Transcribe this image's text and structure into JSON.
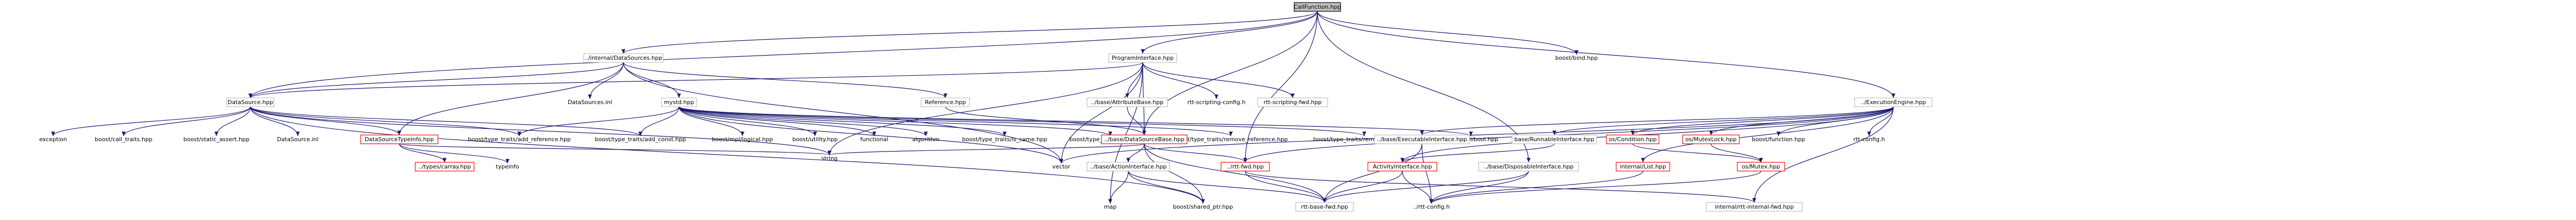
{
  "colors": {
    "edge": "#191970",
    "edge_gray": "#7f7f7f",
    "box_border": "#bfbfbf",
    "red_border": "#ff0000",
    "root_fill": "#bfbfbf"
  },
  "nodes": [
    {
      "id": "callfunction",
      "label": "CallFunction.hpp",
      "style": "root"
    },
    {
      "id": "internal_datasources",
      "label": "../internal/DataSources.hpp",
      "style": "box"
    },
    {
      "id": "programinterface",
      "label": "ProgramInterface.hpp",
      "style": "box"
    },
    {
      "id": "boost_bind",
      "label": "boost/bind.hpp",
      "style": "plain"
    },
    {
      "id": "datasource",
      "label": "DataSource.hpp",
      "style": "box"
    },
    {
      "id": "datasources_inl",
      "label": "DataSources.inl",
      "style": "plain"
    },
    {
      "id": "mystd",
      "label": "mystd.hpp",
      "style": "box"
    },
    {
      "id": "reference",
      "label": "Reference.hpp",
      "style": "box"
    },
    {
      "id": "attributebase",
      "label": "../base/AttributeBase.hpp",
      "style": "box"
    },
    {
      "id": "rtt_scripting_config",
      "label": "rtt-scripting-config.h",
      "style": "plain"
    },
    {
      "id": "rtt_scripting_fwd",
      "label": "rtt-scripting-fwd.hpp",
      "style": "box"
    },
    {
      "id": "executionengine",
      "label": "../ExecutionEngine.hpp",
      "style": "box"
    },
    {
      "id": "exception",
      "label": "exception",
      "style": "plain"
    },
    {
      "id": "boost_call_traits",
      "label": "boost/call_traits.hpp",
      "style": "plain"
    },
    {
      "id": "boost_static_assert",
      "label": "boost/static_assert.hpp",
      "style": "plain"
    },
    {
      "id": "datasource_inl",
      "label": "DataSource.inl",
      "style": "plain"
    },
    {
      "id": "datasourcetypeinfo",
      "label": "DataSourceTypeInfo.hpp",
      "style": "red"
    },
    {
      "id": "add_reference",
      "label": "boost/type_traits/add_reference.hpp",
      "style": "plain"
    },
    {
      "id": "add_const",
      "label": "boost/type_traits/add_const.hpp",
      "style": "plain"
    },
    {
      "id": "mpl_logical",
      "label": "boost/mpl/logical.hpp",
      "style": "plain"
    },
    {
      "id": "boost_utility",
      "label": "boost/utility.hpp",
      "style": "plain"
    },
    {
      "id": "functional",
      "label": "functional",
      "style": "plain"
    },
    {
      "id": "algorithm",
      "label": "algorithm",
      "style": "plain"
    },
    {
      "id": "is_same",
      "label": "boost/type_traits/is_same.hpp",
      "style": "plain"
    },
    {
      "id": "is_void",
      "label": "boost/type_traits/is_void.hpp",
      "style": "plain"
    },
    {
      "id": "remove_reference",
      "label": "boost/type_traits/remove_reference.hpp",
      "style": "plain"
    },
    {
      "id": "remove_const",
      "label": "boost/type_traits/remove_const.hpp",
      "style": "plain"
    },
    {
      "id": "mpl_bool",
      "label": "boost/mpl/bool.hpp",
      "style": "plain"
    },
    {
      "id": "datasourcebase",
      "label": "../base/DataSourceBase.hpp",
      "style": "red"
    },
    {
      "id": "executableinterface",
      "label": "../base/ExecutableInterface.hpp",
      "style": "box"
    },
    {
      "id": "runnableinterface",
      "label": "base/RunnableInterface.hpp",
      "style": "box"
    },
    {
      "id": "oscondition",
      "label": "os/Condition.hpp",
      "style": "red"
    },
    {
      "id": "osmutexlock",
      "label": "os/MutexLock.hpp",
      "style": "red"
    },
    {
      "id": "boost_function",
      "label": "boost/function.hpp",
      "style": "plain"
    },
    {
      "id": "rtt_config_h",
      "label": "rtt-config.h",
      "style": "plain"
    },
    {
      "id": "typeinfo",
      "label": "typeinfo",
      "style": "plain"
    },
    {
      "id": "types_carray",
      "label": "../types/carray.hpp",
      "style": "red"
    },
    {
      "id": "string",
      "label": "string",
      "style": "plain"
    },
    {
      "id": "vector",
      "label": "vector",
      "style": "plain"
    },
    {
      "id": "actioninterface",
      "label": "../base/ActionInterface.hpp",
      "style": "box"
    },
    {
      "id": "rtt_fwd",
      "label": "../rtt-fwd.hpp",
      "style": "red"
    },
    {
      "id": "disposableinterface",
      "label": "../base/DisposableInterface.hpp",
      "style": "box"
    },
    {
      "id": "activityinterface",
      "label": "ActivityInterface.hpp",
      "style": "red"
    },
    {
      "id": "internal_list",
      "label": "internal/List.hpp",
      "style": "red"
    },
    {
      "id": "osmutex",
      "label": "os/Mutex.hpp",
      "style": "red"
    },
    {
      "id": "map",
      "label": "map",
      "style": "plain"
    },
    {
      "id": "shared_ptr",
      "label": "boost/shared_ptr.hpp",
      "style": "plain"
    },
    {
      "id": "rtt_base_fwd",
      "label": "rtt-base-fwd.hpp",
      "style": "box"
    },
    {
      "id": "rtt_config",
      "label": "../rtt-config.h",
      "style": "plain"
    },
    {
      "id": "internal_rtt_fwd",
      "label": "internal/rtt-internal-fwd.hpp",
      "style": "box"
    }
  ]
}
